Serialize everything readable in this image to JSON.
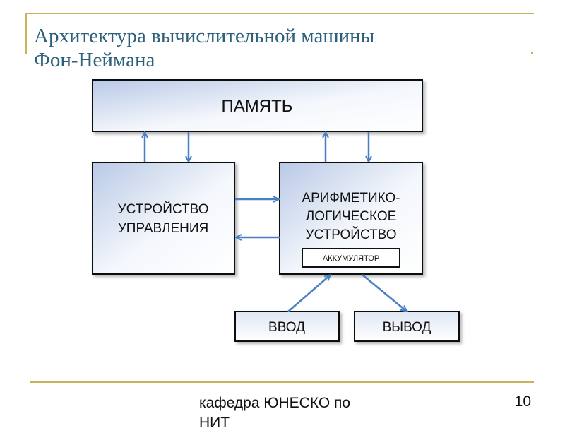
{
  "slide": {
    "title_line1": "Архитектура вычислительной машины",
    "title_line2": "Фон-Неймана",
    "footer": "кафедра ЮНЕСКО по НИТ",
    "page_number": "10"
  },
  "diagram": {
    "memory": "ПАМЯТЬ",
    "control_unit_line1": "УСТРОЙСТВО",
    "control_unit_line2": "УПРАВЛЕНИЯ",
    "alu_line1": "АРИФМЕТИКО-",
    "alu_line2": "ЛОГИЧЕСКОЕ",
    "alu_line3": "УСТРОЙСТВО",
    "accumulator": "АККУМУЛЯТОР",
    "input": "ВВОД",
    "output": "ВЫВОД"
  },
  "colors": {
    "title": "#2b5f7a",
    "accent_line": "#c9b25a",
    "arrow": "#4a7fc1",
    "box_border": "#111111"
  }
}
